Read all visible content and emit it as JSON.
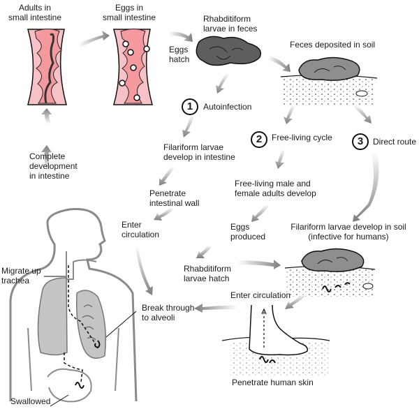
{
  "title": "Strongyloides stercoralis life cycle",
  "colors": {
    "intestine_outer": "#f7c1c8",
    "intestine_inner": "#f49a9e",
    "feces": "#6b6b6b",
    "feces_light": "#8e8e8e",
    "lung": "#c4c4c4",
    "body_outline": "#8a8a8a",
    "arrow": "#8c8c8c"
  },
  "labels": {
    "adults": [
      "Adults in",
      "small intestine"
    ],
    "eggs": [
      "Eggs in",
      "small intestine"
    ],
    "eggs_hatch": [
      "Eggs",
      "hatch"
    ],
    "rhabditiform_feces": [
      "Rhabditiform",
      "larvae in feces"
    ],
    "feces_soil": "Feces deposited in soil",
    "autoinfection": "Autoinfection",
    "free_living": "Free-living cycle",
    "direct_route": "Direct route",
    "filariform_intestine": [
      "Filariform larvae",
      "develop in intestine"
    ],
    "penetrate_wall": [
      "Penetrate",
      "intestinal wall"
    ],
    "enter_circ_left": [
      "Enter",
      "circulation"
    ],
    "complete_dev": [
      "Complete",
      "development",
      "in intestine"
    ],
    "free_living_adults": [
      "Free-living male and",
      "female adults develop"
    ],
    "eggs_produced": [
      "Eggs",
      "produced"
    ],
    "filariform_soil": [
      "Filariform larvae develop in soil",
      "(infective for humans)"
    ],
    "rhabditiform_hatch": [
      "Rhabditiform",
      "larvae hatch"
    ],
    "enter_circ_right": "Enter circulation",
    "migrate_trachea": [
      "Migrate up",
      "trachea"
    ],
    "break_alveoli": [
      "Break through",
      "to alveoli"
    ],
    "swallowed": "Swallowed",
    "penetrate_skin": "Penetrate human skin"
  },
  "route_numbers": [
    "1",
    "2",
    "3"
  ]
}
